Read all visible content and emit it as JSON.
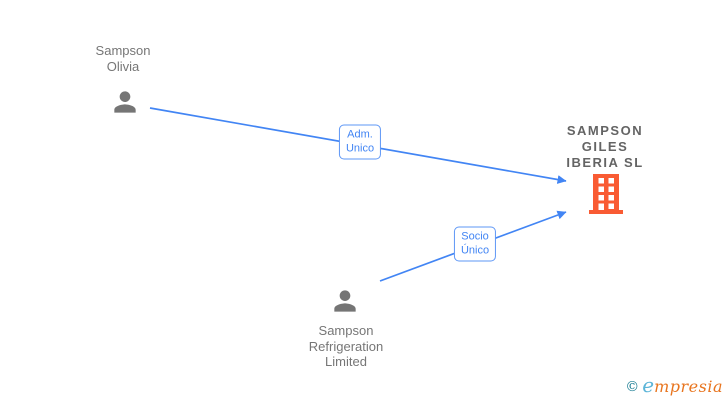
{
  "diagram": {
    "type": "corporate-relationship-graph",
    "colors": {
      "background": "#ffffff",
      "edge_blue": "#4285f4",
      "person_gray": "#767676",
      "company_text_gray": "#646464",
      "building_orange": "#f95b33",
      "watermark_teal": "#1d7f95",
      "watermark_light_blue": "#5cb5d8",
      "watermark_orange": "#e8751f"
    },
    "nodes": {
      "person_olivia": {
        "type": "person",
        "icon": "person-silhouette",
        "line1": "Sampson",
        "line2": "Olivia"
      },
      "person_refrigeration": {
        "type": "person",
        "icon": "person-silhouette",
        "line1": "Sampson",
        "line2": "Refrigeration",
        "line3": "Limited"
      },
      "company": {
        "type": "company",
        "icon": "building",
        "line1": "SAMPSON",
        "line2": "GILES",
        "line3": "IBERIA SL"
      }
    },
    "edges": {
      "adm_unico": {
        "from": "person_olivia",
        "to": "company",
        "label_line1": "Adm.",
        "label_line2": "Unico"
      },
      "socio_unico": {
        "from": "person_refrigeration",
        "to": "company",
        "label_line1": "Socio",
        "label_line2": "Único"
      }
    },
    "watermark": {
      "copyright": "©",
      "brand_first_letter": "e",
      "brand_rest": "mpresia"
    }
  }
}
